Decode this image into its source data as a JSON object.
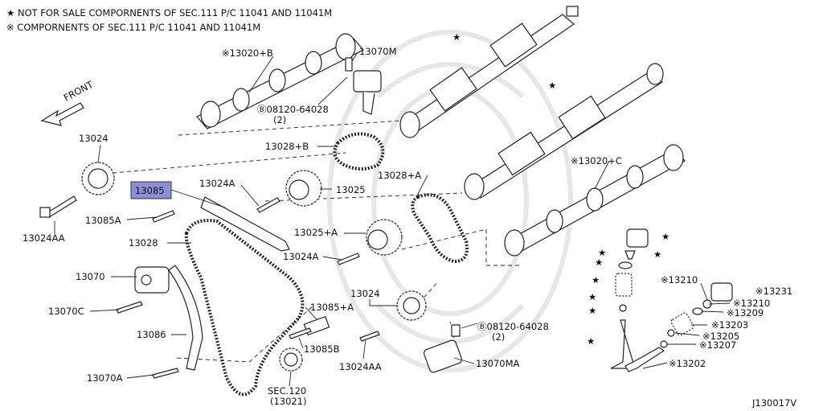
{
  "legend": {
    "line1": "★ NOT FOR SALE COMPORNENTS OF SEC.111 P/C 11041 AND 11041M",
    "line2": "※ COMPORNENTS OF SEC.111 P/C 11041 AND 11041M"
  },
  "direction_label": "FRONT",
  "diagram_id": "J130017V",
  "highlight_color": "#8e8ed8",
  "callouts": [
    {
      "id": "13020B",
      "text": "※13020+B"
    },
    {
      "id": "13070M",
      "text": "13070M"
    },
    {
      "id": "bolt1",
      "text": "Ⓑ08120-64028"
    },
    {
      "id": "bolt1q",
      "text": "(2)"
    },
    {
      "id": "13024-top",
      "text": "13024"
    },
    {
      "id": "13028B",
      "text": "13028+B"
    },
    {
      "id": "13085",
      "text": "13085"
    },
    {
      "id": "13024A",
      "text": "13024A"
    },
    {
      "id": "13025",
      "text": "13025"
    },
    {
      "id": "13028A",
      "text": "13028+A"
    },
    {
      "id": "13020C",
      "text": "※13020+C"
    },
    {
      "id": "13024AA-left",
      "text": "13024AA"
    },
    {
      "id": "13085A",
      "text": "13085A"
    },
    {
      "id": "13028",
      "text": "13028"
    },
    {
      "id": "13025A",
      "text": "13025+A"
    },
    {
      "id": "13024A-2",
      "text": "13024A"
    },
    {
      "id": "13070",
      "text": "13070"
    },
    {
      "id": "13024-mid",
      "text": "13024"
    },
    {
      "id": "13085Aplus",
      "text": "13085+A"
    },
    {
      "id": "13070C",
      "text": "13070C"
    },
    {
      "id": "13086",
      "text": "13086"
    },
    {
      "id": "13085B",
      "text": "13085B"
    },
    {
      "id": "13024AA-mid",
      "text": "13024AA"
    },
    {
      "id": "bolt2",
      "text": "Ⓑ08120-64028"
    },
    {
      "id": "bolt2q",
      "text": "(2)"
    },
    {
      "id": "13070MA",
      "text": "13070MA"
    },
    {
      "id": "13070A",
      "text": "13070A"
    },
    {
      "id": "sec120",
      "text": "SEC.120"
    },
    {
      "id": "sec120q",
      "text": "(13021)"
    },
    {
      "id": "13210",
      "text": "※13210"
    },
    {
      "id": "13231",
      "text": "※13231"
    },
    {
      "id": "13210b",
      "text": "※13210"
    },
    {
      "id": "13209",
      "text": "※13209"
    },
    {
      "id": "13203",
      "text": "※13203"
    },
    {
      "id": "13205",
      "text": "※13205"
    },
    {
      "id": "13207",
      "text": "※13207"
    },
    {
      "id": "13202",
      "text": "※13202"
    }
  ],
  "star_symbol": "★"
}
